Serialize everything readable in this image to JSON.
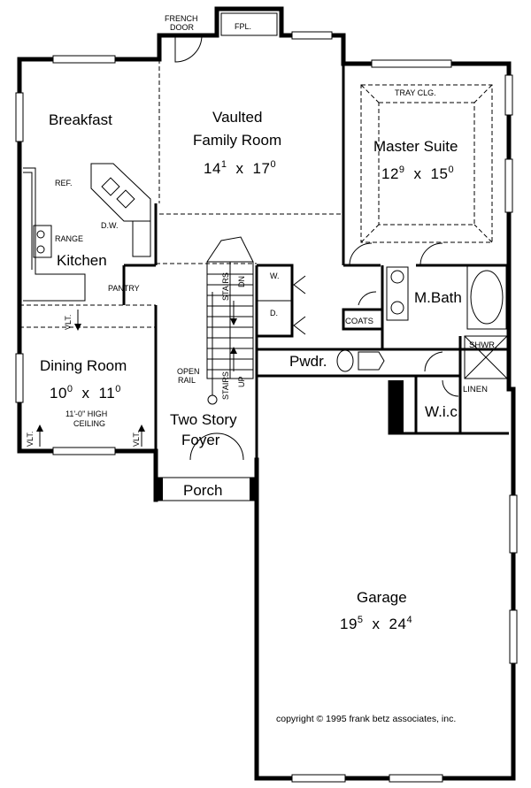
{
  "rooms": {
    "breakfast": {
      "name": "Breakfast"
    },
    "family": {
      "name_line1": "Vaulted",
      "name_line2": "Family Room",
      "width_ft": "14",
      "width_in": "1",
      "x": "x",
      "length_ft": "17",
      "length_in": "0"
    },
    "master": {
      "name": "Master Suite",
      "width_ft": "12",
      "width_in": "9",
      "x": "x",
      "length_ft": "15",
      "length_in": "0"
    },
    "kitchen": {
      "name": "Kitchen"
    },
    "dining": {
      "name": "Dining Room",
      "width_ft": "10",
      "width_in": "0",
      "x": "x",
      "length_ft": "11",
      "length_in": "0",
      "ceiling_line1": "11'-0\" HIGH",
      "ceiling_line2": "CEILING"
    },
    "foyer": {
      "name_line1": "Two Story",
      "name_line2": "Foyer"
    },
    "porch": {
      "name": "Porch"
    },
    "garage": {
      "name": "Garage",
      "width_ft": "19",
      "width_in": "5",
      "x": "x",
      "length_ft": "24",
      "length_in": "4"
    },
    "powder": {
      "name": "Pwdr."
    },
    "mbath": {
      "name": "M.Bath"
    },
    "wic": {
      "name": "W.i.c."
    }
  },
  "labels": {
    "french_door_1": "FRENCH",
    "french_door_2": "DOOR",
    "fireplace": "FPL.",
    "tray_ceiling": "TRAY CLG.",
    "ref": "REF.",
    "dw": "D.W.",
    "range": "RANGE",
    "pantry": "PANTRY",
    "vlt": "VLT.",
    "stairs": "STAIRS",
    "dn": "DN",
    "up": "UP",
    "washer": "W.",
    "dryer": "D.",
    "coats": "COATS",
    "open_rail_1": "OPEN",
    "open_rail_2": "RAIL",
    "shower": "SHWR.",
    "linen": "LINEN"
  },
  "copyright": "copyright © 1995 frank betz associates, inc."
}
